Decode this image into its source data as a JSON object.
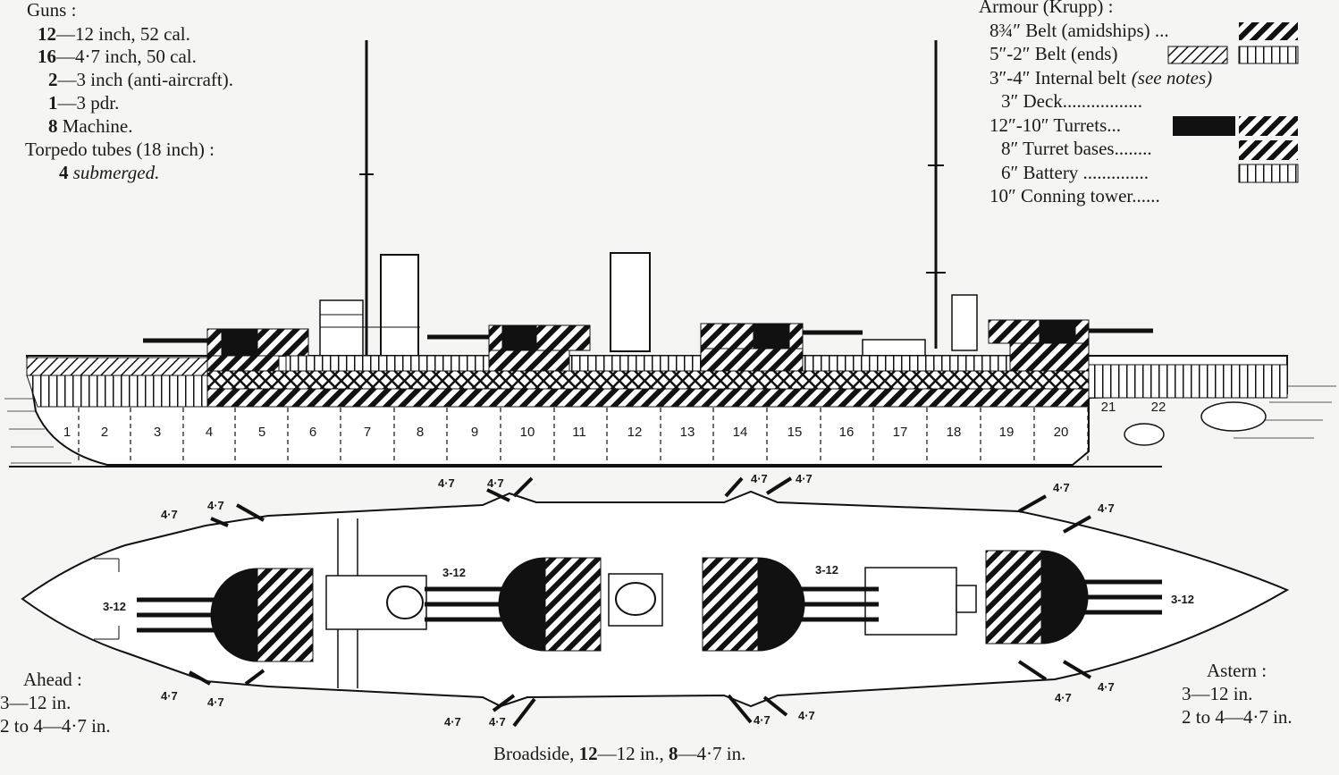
{
  "guns": {
    "heading": "Guns :",
    "lines": [
      {
        "count": "12",
        "text": "—12 inch, 52 cal."
      },
      {
        "count": "16",
        "text": "—4·7 inch, 50 cal."
      },
      {
        "count": "2",
        "text": "—3 inch (anti-aircraft)."
      },
      {
        "count": "1",
        "text": "—3 pdr."
      },
      {
        "count": "8",
        "text": " Machine."
      }
    ],
    "torpedo_heading": "Torpedo tubes (18 inch) :",
    "torpedo_count": "4",
    "torpedo_text": " submerged."
  },
  "armour": {
    "heading": "Armour (Krupp) :",
    "lines": [
      "8¾″ Belt (amidships) ...",
      "5″-2″ Belt (ends)",
      "3″-4″ Internal belt",
      "3″ Deck.................",
      "12″-10″ Turrets...",
      "8″ Turret bases........",
      "6″ Battery ..............",
      "10″ Conning tower......"
    ],
    "see_notes": "(see notes)"
  },
  "compartments": [
    "1",
    "2",
    "3",
    "4",
    "5",
    "6",
    "7",
    "8",
    "9",
    "10",
    "11",
    "12",
    "13",
    "14",
    "15",
    "16",
    "17",
    "18",
    "19",
    "20",
    "21",
    "22"
  ],
  "plan_labels": {
    "secondary": "4·7",
    "main": "3-12"
  },
  "ahead": {
    "heading": "Ahead :",
    "line1": "3—12 in.",
    "line2": "2 to 4—4·7 in."
  },
  "astern": {
    "heading": "Astern :",
    "line1": "3—12 in.",
    "line2": "2 to 4—4·7 in."
  },
  "broadside": {
    "prefix": "Broadside, ",
    "main": "12",
    "main_text": "—12 in., ",
    "sec": "8",
    "sec_text": "—4·7 in."
  }
}
